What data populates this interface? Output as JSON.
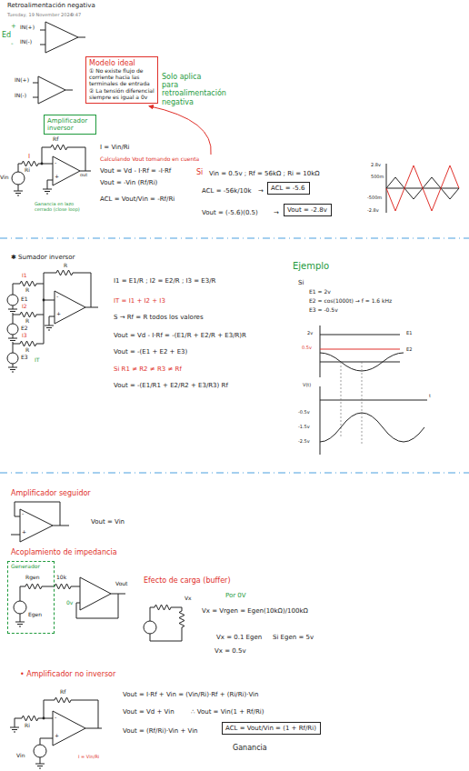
{
  "diagram": {
    "title": "Retroalimentación negativa",
    "nodes": [
      {
        "text": [
          "Modelo ideal",
          "① No existe flujo de corriente hacia las terminales de entrada",
          "② La tensión diferencial siempre es igual a 0v"
        ]
      },
      {
        "text": [
          "Amplificador inversor"
        ]
      },
      {
        "text": [
          "ACL = -5.6"
        ]
      },
      {
        "text": [
          "Vout = -2.8v"
        ]
      },
      {
        "text": [
          "Generador"
        ]
      },
      {
        "text": [
          "ACL = Vout/Vin = (1 + Rf/Ri)"
        ]
      }
    ],
    "labels": [
      "Tuesday, 19 November 2024",
      "9:47",
      "Ed",
      "+",
      "-",
      "IN(+)",
      "IN(-)",
      "IN(+)",
      "IN(-)",
      "Solo aplica para retroalimentación negativa",
      "I",
      "Rf",
      "Ri",
      "Vin",
      "-",
      "+",
      "out",
      "I = Vin/Ri",
      "Calculando Vout tomando en cuenta",
      "Vout = Vd - I·Rf = -I·Rf",
      "Vout = -Vin (Rf/Ri)",
      "ACL = Vout/Vin = -Rf/Ri",
      "Ganancia en lazo cerrado (close loop)",
      "Si",
      "Vin = 0.5v ; Rf = 56kΩ ; Ri = 10kΩ",
      "ACL = -56k/10k",
      "→",
      "Vout = (-5.6)(0.5)",
      "→",
      "2.8v",
      "500m",
      "-500m",
      "-2.8v",
      "✱ Sumador inversor",
      "I1",
      "R",
      "E1",
      "I2",
      "R",
      "E2",
      "I3",
      "R",
      "E3",
      "R",
      "IT",
      "-",
      "+",
      "I1 = E1/R ; I2 = E2/R ; I3 = E3/R",
      "IT = I1 + I2 + I3",
      "S → Rf = R todos los valores",
      "Vout = Vd - I·Rf = -(E1/R + E2/R + E3/R)R",
      "Vout = -(E1 + E2 + E3)",
      "Si R1 ≠ R2 ≠ R3 ≠ Rf",
      "Vout = -(E1/R1 + E2/R2 + E3/R3) Rf",
      "Ejemplo",
      "Si",
      "E1 = 2v",
      "E2 = cos(1000t) → f = 1.6 kHz",
      "E3 = -0.5v",
      "2v",
      "0.5v",
      "E1",
      "E2",
      "V(t)",
      "t",
      "-0.5v",
      "-1.5v",
      "-2.5v",
      "Amplificador seguidor",
      "-",
      "+",
      "Vout = Vin",
      "Acoplamiento de impedancia",
      "Rgen",
      "Egen",
      "10k",
      "0v",
      "Vout",
      "Efecto de carga (buffer)",
      "Vx",
      "Por 0V",
      "Vx = Vrgen = Egen(10kΩ)/100kΩ",
      "Vx = 0.1 Egen",
      "Si Egen = 5v",
      "Vx = 0.5v",
      "• Amplificador no inversor",
      "Rf",
      "Ri",
      "Vin",
      "I = Vin/Ri",
      "-",
      "+",
      "Vout = I·Rf + Vin = (Vin/Ri)·Rf + (Ri/Ri)·Vin",
      "Vout = Vd + Vin",
      "∴ Vout = Vin(1 + Rf/Ri)",
      "Vout = (Rf/Ri)·Vin + Vin",
      "Ganancia"
    ]
  }
}
